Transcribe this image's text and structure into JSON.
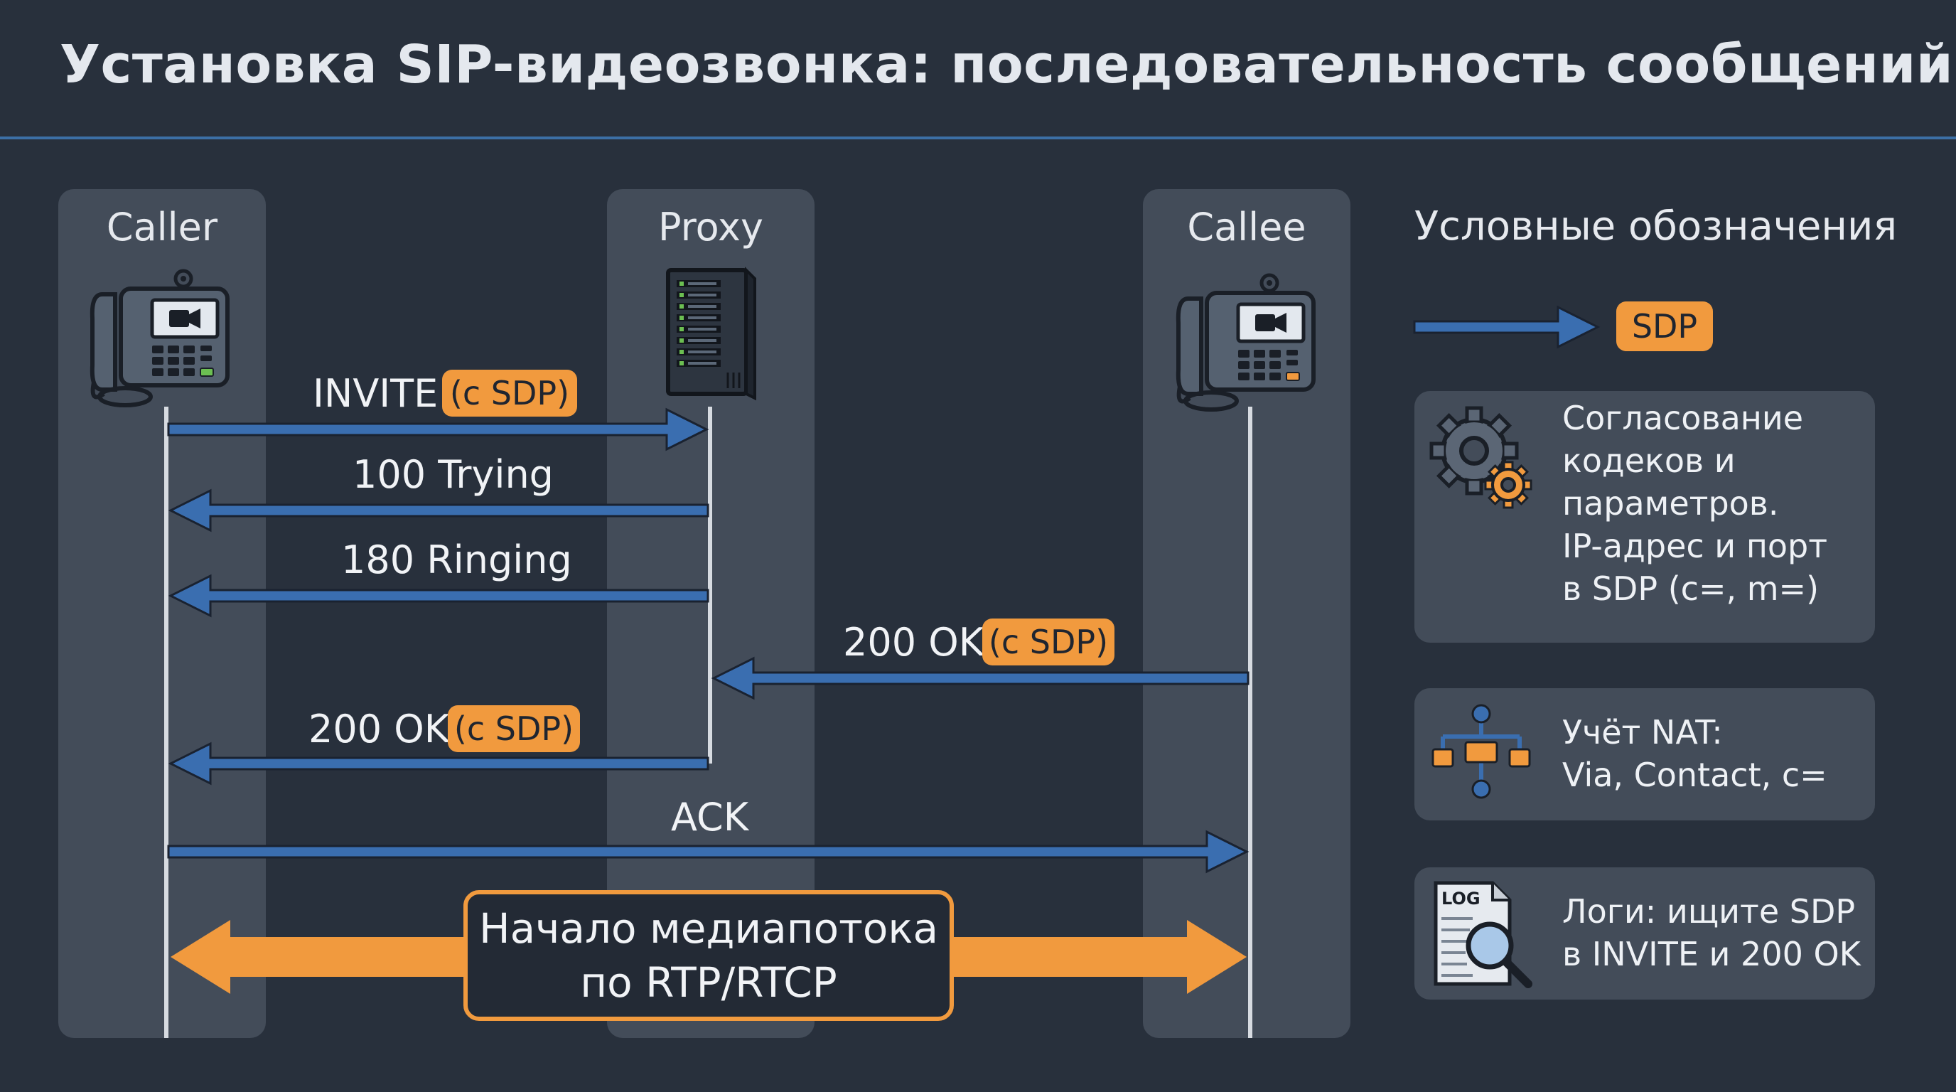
{
  "title": "Установка SIP-видеозвонка: последовательность сообщений",
  "participants": [
    {
      "name": "Caller",
      "icon": "video-phone-icon"
    },
    {
      "name": "Proxy",
      "icon": "server-rack-icon"
    },
    {
      "name": "Callee",
      "icon": "video-phone-icon"
    }
  ],
  "messages": [
    {
      "label": "INVITE",
      "badge": "(c SDP)",
      "from": "Caller",
      "to": "Proxy"
    },
    {
      "label": "100 Trying",
      "badge": "",
      "from": "Proxy",
      "to": "Caller"
    },
    {
      "label": "180 Ringing",
      "badge": "",
      "from": "Proxy",
      "to": "Caller"
    },
    {
      "label": "200 OK",
      "badge": "(c SDP)",
      "from": "Callee",
      "to": "Proxy"
    },
    {
      "label": "200 OK",
      "badge": "(c SDP)",
      "from": "Proxy",
      "to": "Caller"
    },
    {
      "label": "ACK",
      "badge": "",
      "from": "Caller",
      "to": "Callee"
    }
  ],
  "media": {
    "line1": "Начало медиапотока",
    "line2": "по RTP/RTCP",
    "from": "Caller",
    "to": "Callee"
  },
  "legend": {
    "title": "Условные обозначения",
    "arrow_badge": "SDP",
    "items": [
      {
        "icon": "gears-icon",
        "lines": [
          "Согласование",
          "кодеков и",
          "параметров.",
          "IP-адрес и порт",
          "в SDP (c=, m=)"
        ]
      },
      {
        "icon": "network-nat-icon",
        "lines": [
          "Учёт NAT:",
          "Via, Contact, c="
        ]
      },
      {
        "icon": "log-search-icon",
        "log_label": "LOG",
        "lines": [
          "Логи: ищите SDP",
          "в INVITE и 200 OK"
        ]
      }
    ]
  },
  "colors": {
    "background": "#28303c",
    "lane": "#434c59",
    "arrow_blue": "#3a6eb0",
    "accent_orange": "#f19a3e",
    "divider": "#3c6fa6"
  }
}
